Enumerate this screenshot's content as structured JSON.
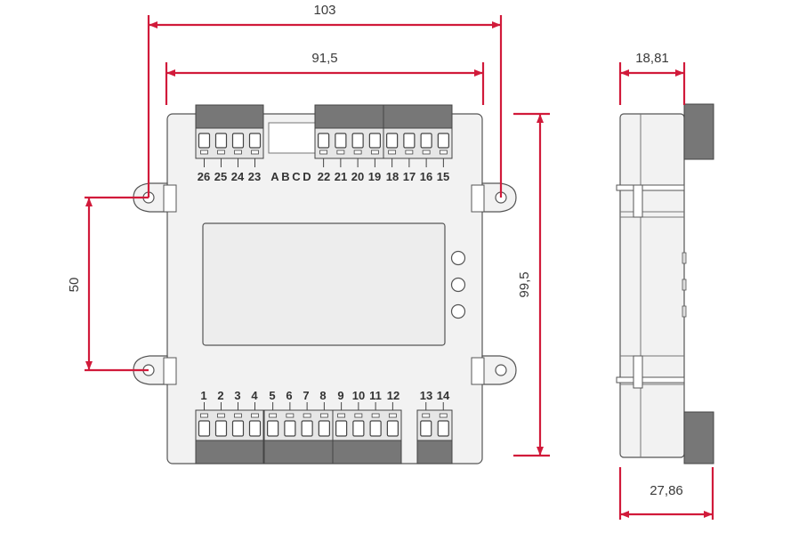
{
  "dimensions": {
    "total_width": "103",
    "hole_spacing_horizontal": "91,5",
    "hole_spacing_vertical": "50",
    "height": "99,5",
    "depth_body": "18,81",
    "depth_total": "27,86"
  },
  "terminals": {
    "top_left": [
      "26",
      "25",
      "24",
      "23"
    ],
    "top_letters": [
      "A",
      "B",
      "C",
      "D"
    ],
    "top_right": [
      "22",
      "21",
      "20",
      "19",
      "18",
      "17",
      "16",
      "15"
    ],
    "bottom_main": [
      "1",
      "2",
      "3",
      "4",
      "5",
      "6",
      "7",
      "8",
      "9",
      "10",
      "11",
      "12"
    ],
    "bottom_right": [
      "13",
      "14"
    ]
  },
  "colors": {
    "dimension_line": "#d11a3a",
    "body_fill": "#f2f2f2",
    "body_stroke": "#555555",
    "connector_fill": "#777777",
    "connector_face": "#e6e6e6"
  }
}
